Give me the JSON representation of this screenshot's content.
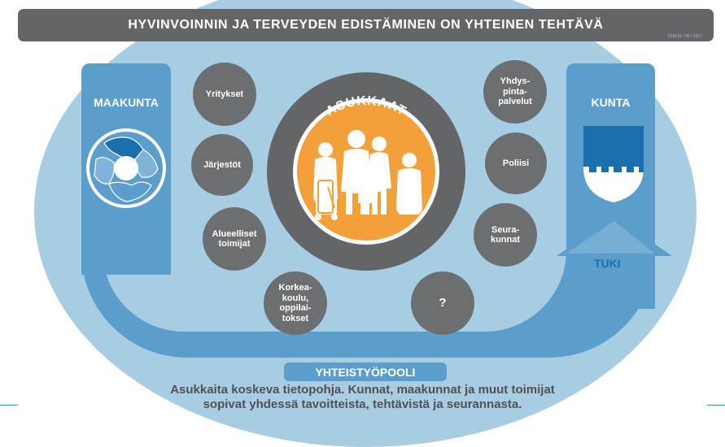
{
  "title": "HYVINVOINNIN JA TERVEYDEN EDISTÄMINEN ON YHTEINEN TEHTÄVÄ",
  "code": "STM 31 / 06 / 2017",
  "left_pillar": {
    "label": "MAAKUNTA",
    "emblem_icon": "region-map-icon"
  },
  "right_pillar": {
    "label": "KUNTA",
    "emblem_icon": "municipality-shield-icon"
  },
  "arrow_label": "TUKI",
  "center": {
    "label": "ASUKKAAT",
    "icon": "residents-group-icon"
  },
  "left_circles": [
    "Yritykset",
    "Järjestöt",
    "Alueelliset\ntoimijat",
    "Korkea-\nkoulu,\noppilai-\ntokset"
  ],
  "right_circles": [
    "Yhdys-\npinta-\npalvelut",
    "Poliisi",
    "Seura-\nkunnat",
    "?"
  ],
  "pool": {
    "label": "YHTEISTYÖPOOLI",
    "line1": "Asukkaita koskeva tietopohja. Kunnat, maakunnat ja muut toimijat",
    "line2": "sopivat yhdessä tavoitteista, tehtävistä ja seurannasta."
  },
  "colors": {
    "title_bg": "#636669",
    "light_blue": "#a8cde3",
    "mid_blue": "#5c9ecb",
    "dark_blue": "#1a6fae",
    "grey_circle": "#6c6f72",
    "orange": "#f4a03a"
  }
}
